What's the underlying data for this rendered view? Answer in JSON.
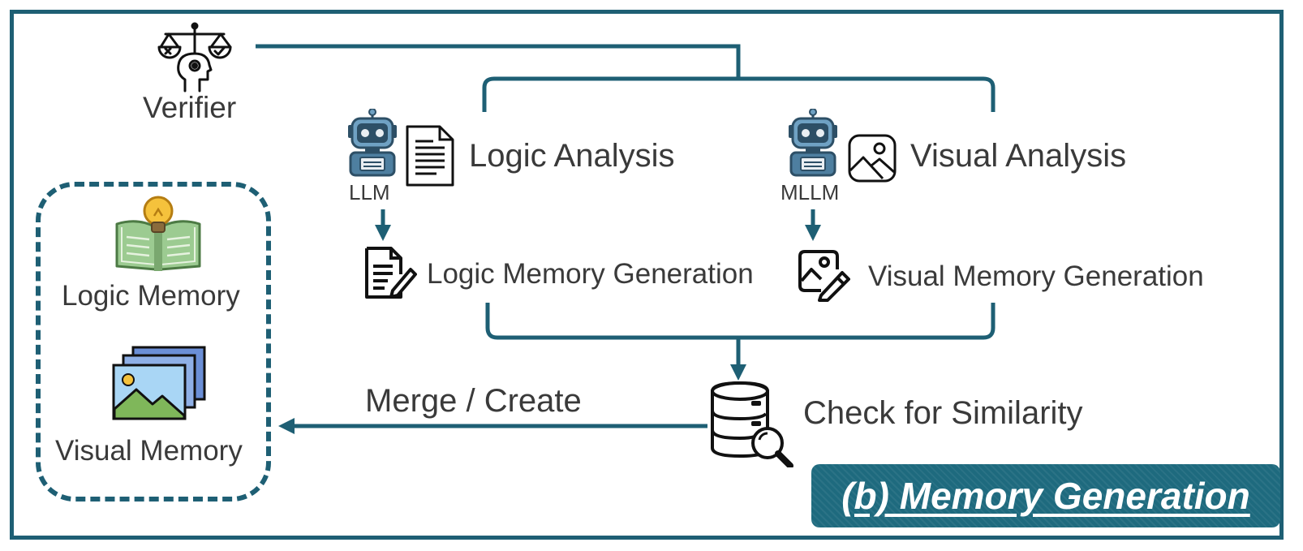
{
  "diagram": {
    "verifier": {
      "label": "Verifier",
      "icon": "verifier-scale-head-icon"
    },
    "logic_branch": {
      "model": "LLM",
      "analysis": "Logic Analysis",
      "generation": "Logic Memory Generation",
      "icons": [
        "robot-icon",
        "document-icon",
        "document-edit-icon"
      ]
    },
    "visual_branch": {
      "model": "MLLM",
      "analysis": "Visual Analysis",
      "generation": "Visual Memory Generation",
      "icons": [
        "robot-icon",
        "image-icon",
        "image-edit-icon"
      ]
    },
    "similarity": {
      "label": "Check for Similarity",
      "icon": "database-search-icon"
    },
    "merge": {
      "label": "Merge / Create"
    },
    "memory_store": {
      "logic": {
        "label": "Logic Memory",
        "icon": "book-lightbulb-icon"
      },
      "visual": {
        "label": "Visual Memory",
        "icon": "image-stack-icon"
      }
    },
    "badge": {
      "label": "(b) Memory Generation"
    }
  },
  "colors": {
    "accent": "#1e5f74",
    "badge_bg": "#1e6a7e",
    "text": "#3a3a3a",
    "robot_blue": "#4e7fa0",
    "book_green": "#9ccb91",
    "bulb_yellow": "#f5c23c"
  }
}
